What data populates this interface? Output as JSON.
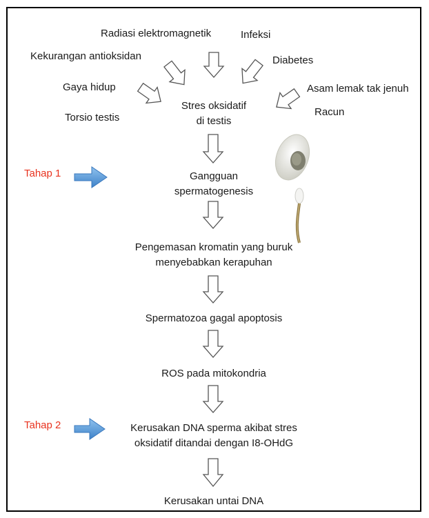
{
  "factors": {
    "radiation": "Radiasi elektromagnetik",
    "infection": "Infeksi",
    "antioxidant": "Kekurangan antioksidan",
    "diabetes": "Diabetes",
    "lifestyle": "Gaya hidup",
    "fatty_acids": "Asam lemak tak jenuh",
    "torsion": "Torsio testis",
    "toxin": "Racun"
  },
  "steps": [
    {
      "line1": "Stres oksidatif",
      "line2": "di testis"
    },
    {
      "line1": "Gangguan",
      "line2": "spermatogenesis"
    },
    {
      "line1": "Pengemasan kromatin yang buruk",
      "line2": "menyebabkan kerapuhan"
    },
    {
      "line1": "Spermatozoa gagal apoptosis"
    },
    {
      "line1": "ROS pada mitokondria"
    },
    {
      "line1": "Kerusakan DNA  sperma akibat stres",
      "line2": "oksidatif ditandai dengan I8-OHdG"
    },
    {
      "line1": "Kerusakan untai DNA"
    }
  ],
  "stages": {
    "stage1": "Tahap 1",
    "stage2": "Tahap 2"
  },
  "colors": {
    "stage_text": "#e8321e",
    "stage_arrow": "#5a9ad8"
  }
}
